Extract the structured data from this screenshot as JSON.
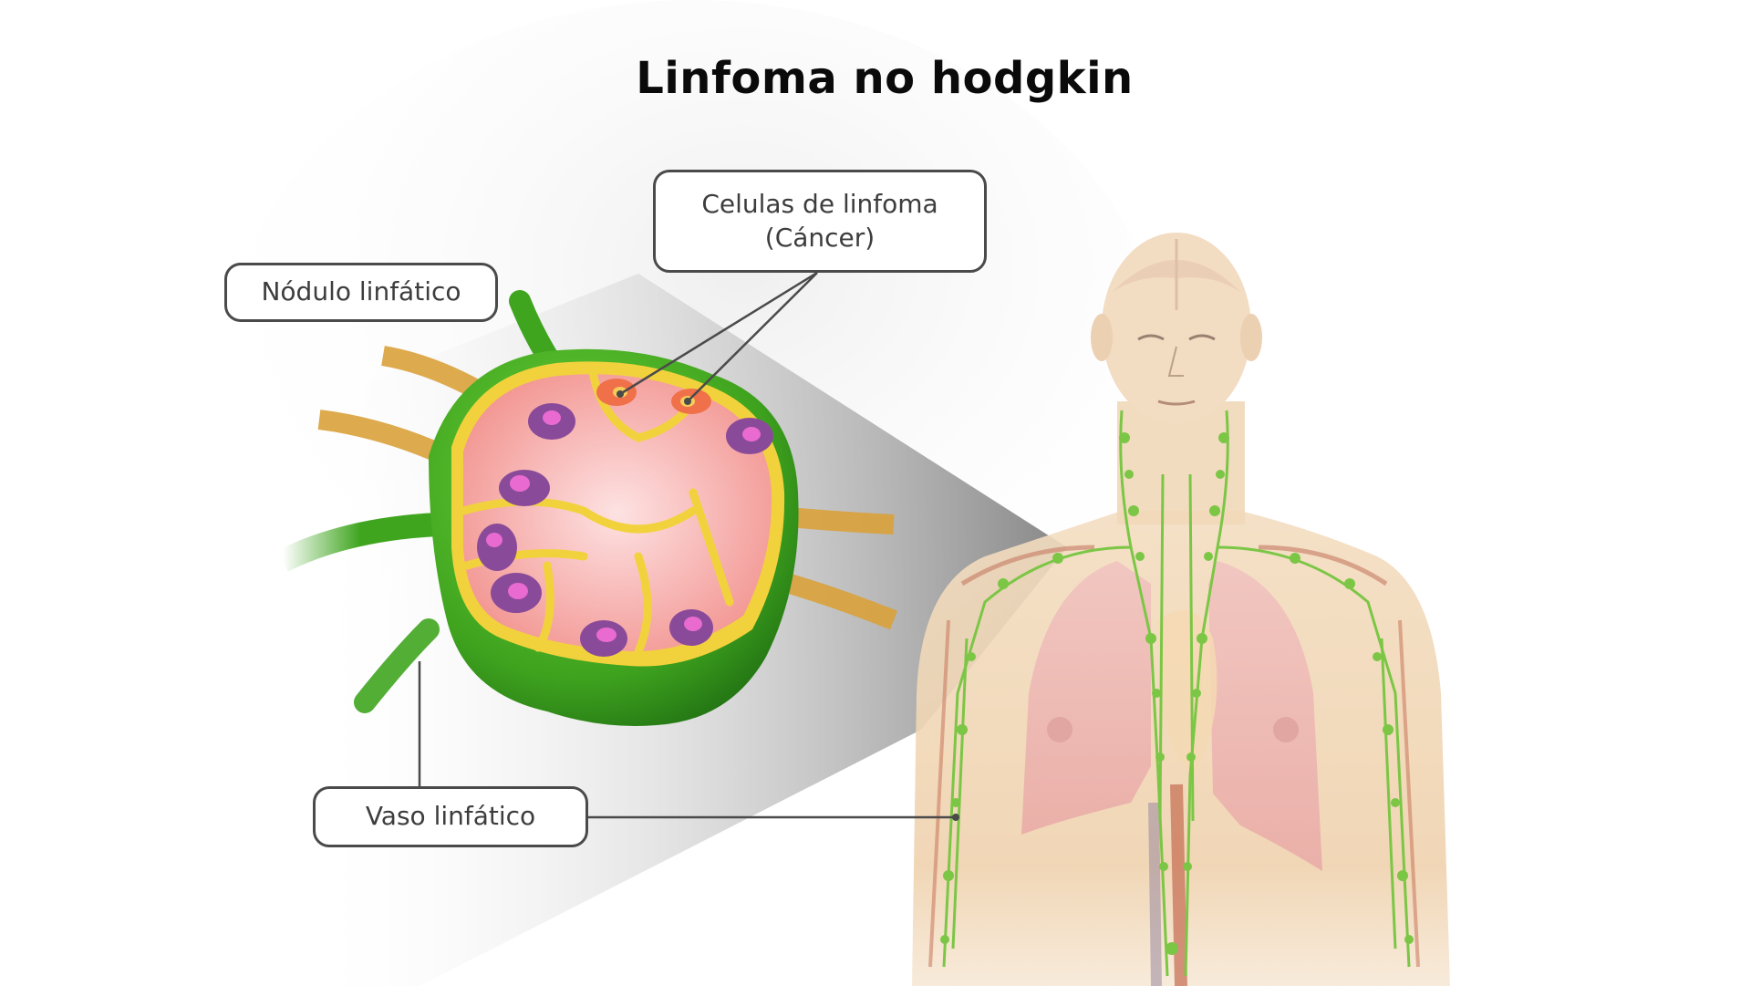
{
  "title": "Linfoma no hodgkin",
  "labels": {
    "cancer_cells": {
      "line1": "Celulas de linfoma",
      "line2": "(Cáncer)"
    },
    "lymph_node": "Nódulo linfático",
    "lymph_vessel": "Vaso linfático"
  },
  "colors": {
    "node_green": "#3fa51f",
    "node_yellow": "#f2d23c",
    "tissue_pink": "#f4a6a6",
    "follicle_purple": "#8a4a9a",
    "follicle_center": "#e96ad0",
    "cancer_cell": "#f0704a",
    "skin": "#f1d6b4",
    "lung": "#eeb3b3",
    "lymph_green": "#7cc646",
    "callout_border": "#4a4a4a"
  }
}
